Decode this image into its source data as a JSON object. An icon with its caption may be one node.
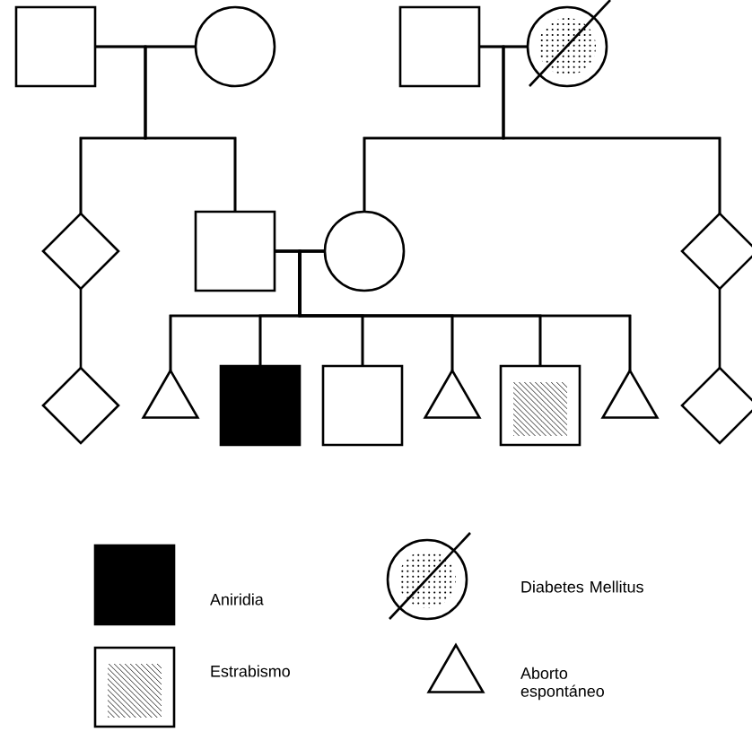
{
  "diagram": {
    "nodes": [
      {
        "text": [],
        "shape": "box"
      },
      {
        "text": [],
        "shape": "circle"
      },
      {
        "text": [],
        "shape": "box"
      },
      {
        "text": [],
        "shape": "circle"
      },
      {
        "text": [],
        "shape": "diamond"
      },
      {
        "text": [],
        "shape": "box"
      },
      {
        "text": [],
        "shape": "circle"
      },
      {
        "text": [],
        "shape": "diamond"
      },
      {
        "text": [],
        "shape": "diamond"
      },
      {
        "text": [],
        "shape": "triangle"
      },
      {
        "text": [],
        "shape": "box"
      },
      {
        "text": [],
        "shape": "box"
      },
      {
        "text": [],
        "shape": "triangle"
      },
      {
        "text": [],
        "shape": "box"
      },
      {
        "text": [],
        "shape": "triangle"
      },
      {
        "text": [],
        "shape": "diamond"
      }
    ],
    "edges": [
      {
        "from": 0,
        "to": 1,
        "arrow": "none"
      },
      {
        "from": 2,
        "to": 3,
        "arrow": "none"
      },
      {
        "from": 0,
        "to": 4,
        "arrow": "none"
      },
      {
        "from": 1,
        "to": 4,
        "arrow": "none"
      },
      {
        "from": 0,
        "to": 5,
        "arrow": "none"
      },
      {
        "from": 1,
        "to": 5,
        "arrow": "none"
      },
      {
        "from": 2,
        "to": 6,
        "arrow": "none"
      },
      {
        "from": 3,
        "to": 6,
        "arrow": "none"
      },
      {
        "from": 2,
        "to": 7,
        "arrow": "none"
      },
      {
        "from": 3,
        "to": 7,
        "arrow": "none"
      },
      {
        "from": 5,
        "to": 6,
        "arrow": "none"
      },
      {
        "from": 4,
        "to": 8,
        "arrow": "none"
      },
      {
        "from": 7,
        "to": 15,
        "arrow": "none"
      },
      {
        "from": 5,
        "to": 9,
        "arrow": "none"
      },
      {
        "from": 6,
        "to": 9,
        "arrow": "none"
      },
      {
        "from": 5,
        "to": 10,
        "arrow": "none"
      },
      {
        "from": 6,
        "to": 10,
        "arrow": "none"
      },
      {
        "from": 5,
        "to": 11,
        "arrow": "none"
      },
      {
        "from": 6,
        "to": 11,
        "arrow": "none"
      },
      {
        "from": 5,
        "to": 12,
        "arrow": "none"
      },
      {
        "from": 6,
        "to": 12,
        "arrow": "none"
      },
      {
        "from": 5,
        "to": 13,
        "arrow": "none"
      },
      {
        "from": 6,
        "to": 13,
        "arrow": "none"
      },
      {
        "from": 5,
        "to": 14,
        "arrow": "none"
      },
      {
        "from": 6,
        "to": 14,
        "arrow": "none"
      }
    ],
    "legend": [
      {
        "text": "Aniridia"
      },
      {
        "text": "Diabetes Mellitus"
      },
      {
        "text": "Estrabismo"
      },
      {
        "text": "Aborto espontáneo"
      }
    ]
  }
}
